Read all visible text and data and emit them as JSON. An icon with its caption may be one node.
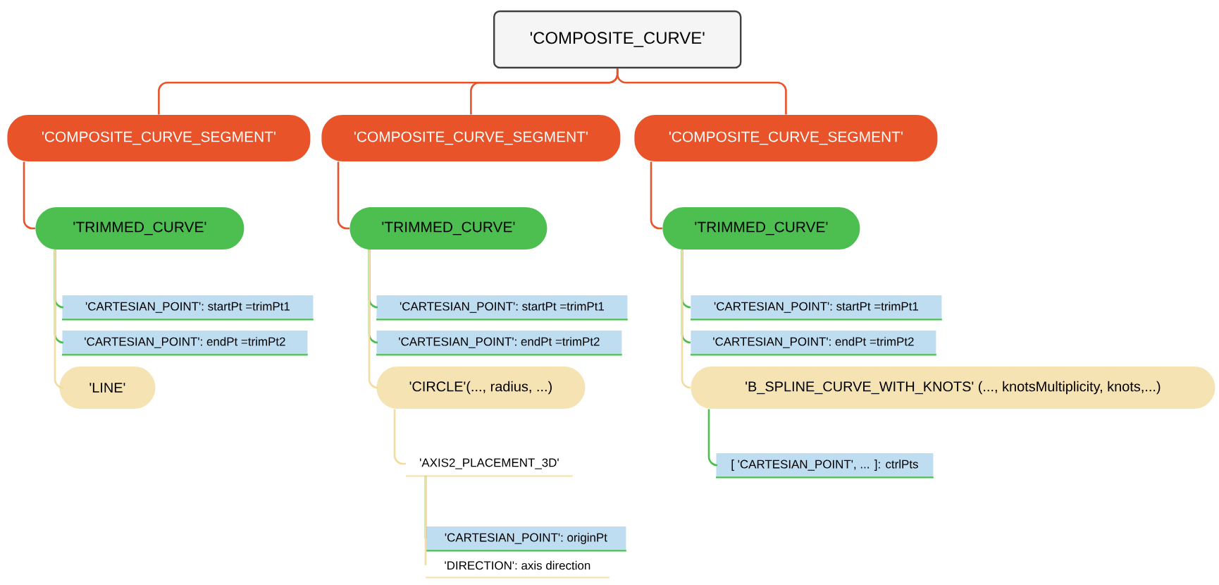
{
  "diagram": {
    "nodes": [
      {
        "text": [
          "'COMPOSITE_CURVE'"
        ]
      },
      {
        "text": [
          "'COMPOSITE_CURVE_SEGMENT'"
        ]
      },
      {
        "text": [
          "'COMPOSITE_CURVE_SEGMENT'"
        ]
      },
      {
        "text": [
          "'COMPOSITE_CURVE_SEGMENT'"
        ]
      },
      {
        "text": [
          "'TRIMMED_CURVE'"
        ]
      },
      {
        "text": [
          "'CARTESIAN_POINT': startPt =trimPt1"
        ]
      },
      {
        "text": [
          "'CARTESIAN_POINT': endPt =trimPt2"
        ]
      },
      {
        "text": [
          "'LINE'"
        ]
      },
      {
        "text": [
          "'TRIMMED_CURVE'"
        ]
      },
      {
        "text": [
          "'CARTESIAN_POINT': startPt =trimPt1"
        ]
      },
      {
        "text": [
          "'CARTESIAN_POINT': endPt =trimPt2"
        ]
      },
      {
        "text": [
          "'CIRCLE'(..., radius, ...)"
        ]
      },
      {
        "text": [
          "'AXIS2_PLACEMENT_3D'"
        ]
      },
      {
        "text": [
          "'CARTESIAN_POINT': originPt"
        ]
      },
      {
        "text": [
          "'DIRECTION': axis direction"
        ]
      },
      {
        "text": [
          "'TRIMMED_CURVE'"
        ]
      },
      {
        "text": [
          "'CARTESIAN_POINT': startPt =trimPt1"
        ]
      },
      {
        "text": [
          "'CARTESIAN_POINT': endPt =trimPt2"
        ]
      },
      {
        "text": [
          "'B_SPLINE_CURVE_WITH_KNOTS' (..., knotsMultiplicity, knots,...)"
        ]
      },
      {
        "text": [
          "[ 'CARTESIAN_POINT', ... ]: ctrlPts"
        ]
      }
    ],
    "edges": [
      {
        "from": 0,
        "to": 1,
        "arrow": "none",
        "color": "#e8532a"
      },
      {
        "from": 0,
        "to": 2,
        "arrow": "none",
        "color": "#e8532a"
      },
      {
        "from": 0,
        "to": 3,
        "arrow": "none",
        "color": "#e8532a"
      },
      {
        "from": 1,
        "to": 4,
        "arrow": "none",
        "color": "#e8532a"
      },
      {
        "from": 2,
        "to": 8,
        "arrow": "none",
        "color": "#e8532a"
      },
      {
        "from": 3,
        "to": 15,
        "arrow": "none",
        "color": "#e8532a"
      },
      {
        "from": 4,
        "to": 5,
        "arrow": "none"
      },
      {
        "from": 4,
        "to": 6,
        "arrow": "none"
      },
      {
        "from": 4,
        "to": 7,
        "arrow": "none",
        "color": "#f3dca0"
      },
      {
        "from": 8,
        "to": 9,
        "arrow": "none"
      },
      {
        "from": 8,
        "to": 10,
        "arrow": "none"
      },
      {
        "from": 8,
        "to": 11,
        "arrow": "none",
        "color": "#f3dca0"
      },
      {
        "from": 11,
        "to": 12,
        "arrow": "none",
        "color": "#f3dca0"
      },
      {
        "from": 12,
        "to": 13,
        "arrow": "none"
      },
      {
        "from": 12,
        "to": 14,
        "arrow": "none",
        "color": "#f3dca0"
      },
      {
        "from": 15,
        "to": 16,
        "arrow": "none"
      },
      {
        "from": 15,
        "to": 17,
        "arrow": "none"
      },
      {
        "from": 15,
        "to": 18,
        "arrow": "none",
        "color": "#f3dca0"
      },
      {
        "from": 18,
        "to": 19,
        "arrow": "none"
      }
    ]
  }
}
